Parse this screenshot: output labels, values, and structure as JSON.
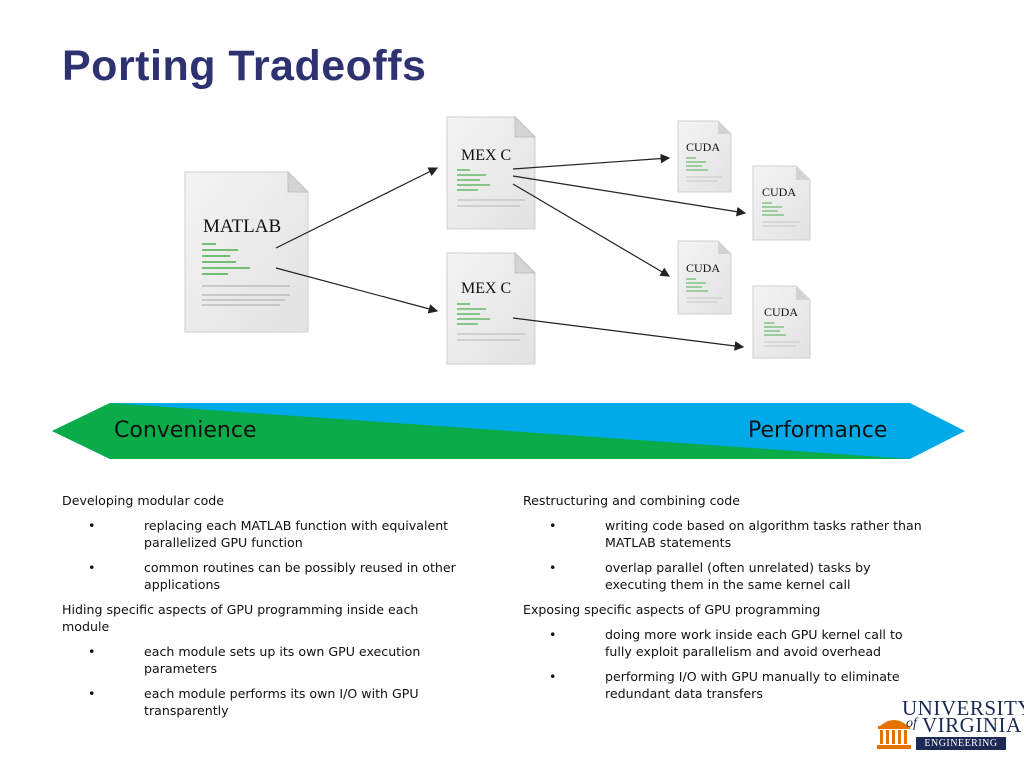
{
  "title": "Porting Tradeoffs",
  "diagram": {
    "matlab": "MATLAB",
    "mex_top": "MEX C",
    "mex_bottom": "MEX C",
    "cuda_1": "CUDA",
    "cuda_2": "CUDA",
    "cuda_3": "CUDA",
    "cuda_4": "CUDA"
  },
  "band": {
    "left_label": "Convenience",
    "right_label": "Performance",
    "colors": {
      "green": "#0aab48",
      "blue": "#00a9e8"
    }
  },
  "left_column": {
    "heading1": "Developing modular code",
    "bullets1": [
      "replacing each MATLAB function with equivalent parallelized GPU function",
      "common routines can be possibly reused in other applications"
    ],
    "heading2": "Hiding specific aspects of GPU programming inside each module",
    "bullets2": [
      "each module sets up its own GPU execution parameters",
      "each module performs its own I/O with GPU transparently"
    ]
  },
  "right_column": {
    "heading1": "Restructuring and combining code",
    "bullets1": [
      "writing code based on algorithm tasks rather than MATLAB statements",
      "overlap parallel (often unrelated) tasks by executing them in the same kernel call"
    ],
    "heading2": "Exposing specific aspects of GPU programming",
    "bullets2": [
      "doing more work inside each GPU kernel call to fully exploit parallelism and avoid overhead",
      "performing I/O with GPU manually to eliminate redundant data transfers"
    ]
  },
  "bullet_glyph": "•",
  "logo": {
    "university": "UNIVERSITY",
    "of": "of",
    "virginia": "VIRGINIA",
    "engineering": "ENGINEERING"
  }
}
